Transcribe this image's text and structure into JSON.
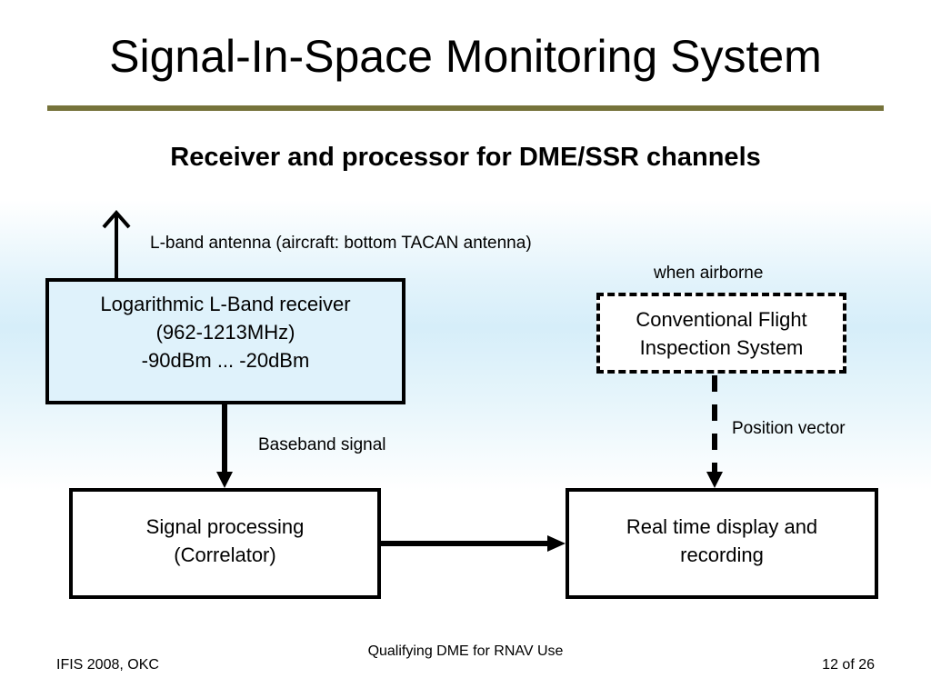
{
  "slide": {
    "title": "Signal-In-Space Monitoring System",
    "subtitle": "Receiver and processor for DME/SSR channels"
  },
  "diagram": {
    "nodes": {
      "receiver": {
        "lines": [
          "Logarithmic L-Band receiver",
          "(962-1213MHz)",
          "-90dBm ... -20dBm"
        ]
      },
      "flight_inspection": {
        "lines": [
          "Conventional Flight",
          "Inspection System"
        ],
        "style": "dashed"
      },
      "signal_processing": {
        "lines": [
          "Signal processing",
          "(Correlator)"
        ]
      },
      "display": {
        "lines": [
          "Real time display and",
          "recording"
        ]
      }
    },
    "labels": {
      "antenna": "L-band antenna (aircraft: bottom TACAN antenna)",
      "airborne": "when airborne",
      "position_vector": "Position vector",
      "baseband": "Baseband signal"
    },
    "edges": [
      {
        "from": "receiver",
        "to": "antenna",
        "style": "solid",
        "arrow": "open"
      },
      {
        "from": "receiver",
        "to": "signal_processing",
        "style": "solid",
        "label": "baseband"
      },
      {
        "from": "signal_processing",
        "to": "display",
        "style": "solid"
      },
      {
        "from": "flight_inspection",
        "to": "display",
        "style": "dashed",
        "label": "position_vector"
      }
    ]
  },
  "footer": {
    "left": "IFIS 2008, OKC",
    "center": "Qualifying DME for RNAV Use",
    "right": "12 of 26"
  }
}
